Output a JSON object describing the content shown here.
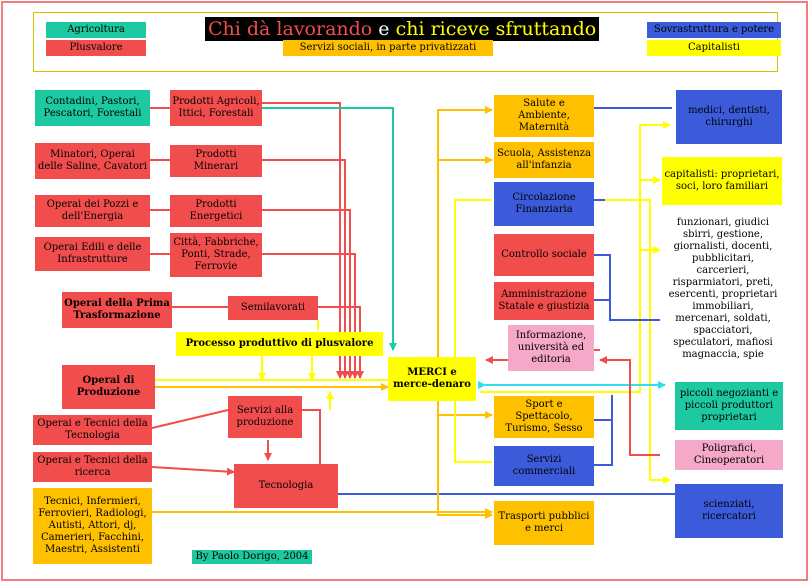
{
  "title": {
    "part1": "Chi dà lavorando",
    "part2": " e ",
    "part3": "chi riceve sfruttando"
  },
  "legend": {
    "agricoltura": "Agricoltura",
    "plusvalore": "Plusvalore",
    "servizi_sociali": "Servizi sociali, in parte privatizzati",
    "sovrastruttura": "Sovrastruttura e potere",
    "capitalisti": "Capitalisti"
  },
  "workers": {
    "contadini": "Contadini, Pastori, Pescatori, Forestali",
    "minatori": "Minatori, Operai delle Saline, Cavatori",
    "operai_pozzi": "Operai dei Pozzi e dell'Energia",
    "operai_edili": "Operai Edili e delle Infrastrutture",
    "operai_prima": "Operai della Prima Trasformazione",
    "operai_produzione": "Operai di Produzione",
    "operai_tecnologia": "Operai e Tecnici della Tecnologia",
    "operai_ricerca": "Operai e Tecnici della ricerca",
    "tecnici": "Tecnici, Infermieri, Ferrovieri, Radiologi, Autisti, Attori, dj, Camerieri, Facchini, Maestri, Assistenti"
  },
  "products": {
    "agricoli": "Prodotti Agricoli, Ittici, Forestali",
    "minerari": "Prodotti Minerari",
    "energetici": "Prodotti Energetici",
    "citta": "Città, Fabbriche, Ponti, Strade, Ferrovie",
    "semilavorati": "Semilavorati",
    "processo": "Processo produttivo di plusvalore",
    "servizi_produzione": "Servizi alla produzione",
    "tecnologia": "Tecnologia"
  },
  "merci": "MERCI e merce-denaro",
  "services": {
    "salute": "Salute e Ambiente, Maternità",
    "scuola": "Scuola, Assistenza all'infanzia",
    "circolazione": "Circolazione Finanziaria",
    "controllo": "Controllo sociale",
    "amministrazione": "Amministrazione Statale e giustizia",
    "informazione": "Informazione, università ed editoria",
    "sport": "Sport e Spettacolo, Turismo, Sesso",
    "servizi_commerciali": "Servizi commerciali",
    "trasporti": "Trasporti pubblici e merci"
  },
  "classes": {
    "medici": "medici, dentisti, chirurghi",
    "capitalisti": "capitalisti: proprietari, soci, loro familiari",
    "funzionari": "funzionari, giudici sbirri, gestione, giornalisti, docenti, pubblicitari, carcerieri, risparmiatori, preti, esercenti, proprietari immobiliari, mercenari, soldati, spacciatori, speculatori, mafiosi magnaccia, spie",
    "negozianti": "piccoli negozianti e piccoli produttori proprietari",
    "poligrafici": "Poligrafici, Cineoperatori",
    "scienziati": "scienziati, ricercatori"
  },
  "credit": "By Paolo Dorigo, 2004",
  "colors": {
    "red": "#f24d4d",
    "green": "#1dc9a0",
    "orange": "#ffc000",
    "blue": "#3b5bdb",
    "yellow": "#ffff00",
    "pink": "#f5a8c8",
    "cyan": "#33ddee",
    "frame": "#f08080"
  }
}
